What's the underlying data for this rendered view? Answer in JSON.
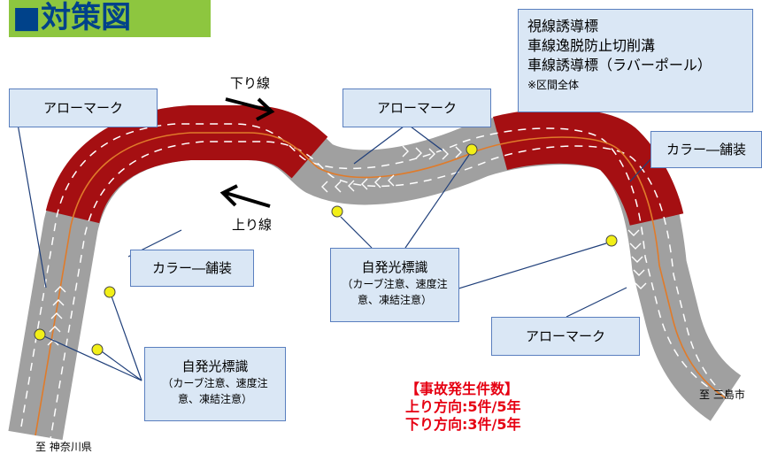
{
  "title": "■対策図",
  "legend": {
    "lines": [
      "視線誘導標",
      "車線逸脱防止切削溝",
      "車線誘導標（ラバーポール）"
    ],
    "note": "※区間全体"
  },
  "labels": {
    "arrow_mark": "アローマーク",
    "color_paving": "カラー―舗装",
    "self_light_sign": "自発光標識",
    "self_light_detail_1": "（カーブ注意、速度注",
    "self_light_detail_2": "意、凍結注意）",
    "downline": "下り線",
    "upline": "上り線",
    "to_mishima": "至  三島市",
    "to_kanagawa": "至  神奈川県"
  },
  "accident": {
    "heading": "【事故発生件数】",
    "up": "上り方向:5件/5年",
    "down": "下り方向:3件/5年"
  },
  "colors": {
    "road": "#a0a0a0",
    "red_paving": "#a50f12",
    "center_line": "#e07b2a",
    "box_fill": "#dae7f5",
    "box_border": "#5a7fbf",
    "marker": "#f2ef17",
    "title_bg": "#8dc63f",
    "title_text": "#00428a",
    "accident": "#e60012"
  }
}
